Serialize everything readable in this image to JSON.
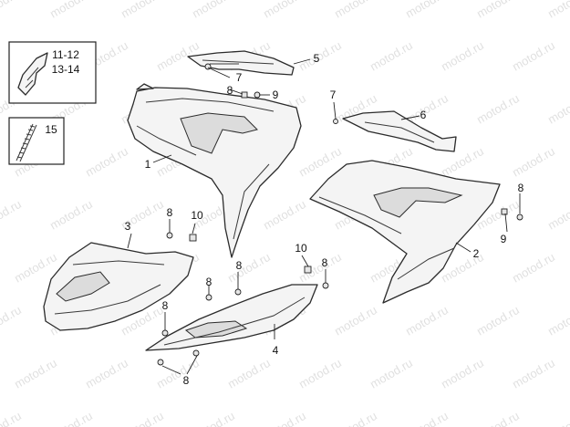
{
  "watermark": "motod.ru",
  "inset_boxes": [
    {
      "id": "box-1",
      "lines": [
        "11-12",
        "13-14"
      ]
    },
    {
      "id": "box-2",
      "lines": [
        "15"
      ]
    }
  ],
  "callouts": {
    "c1": "1",
    "c2": "2",
    "c3": "3",
    "c4": "4",
    "c5": "5",
    "c6": "6",
    "c7a": "7",
    "c7b": "7",
    "c8a": "8",
    "c8b": "8",
    "c8c": "8",
    "c8d": "8",
    "c8e": "8",
    "c8f": "8",
    "c8g": "8",
    "c9a": "9",
    "c9b": "9",
    "c10a": "10",
    "c10b": "10"
  }
}
